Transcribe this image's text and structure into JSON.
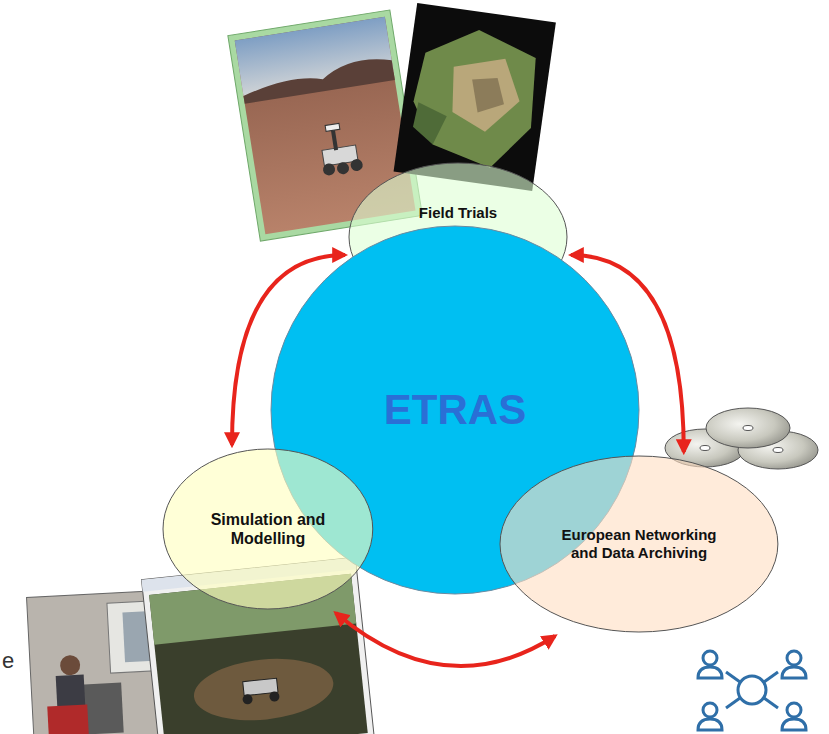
{
  "diagram": {
    "nodes": [
      {
        "text": [
          "Field Trials"
        ]
      },
      {
        "text": [
          "ETRAS"
        ]
      },
      {
        "text": [
          "Simulation and Modelling"
        ]
      },
      {
        "text": [
          "European Networking and Data Archiving"
        ]
      }
    ],
    "edges": [
      {
        "from": 0,
        "to": 2,
        "arrow": "both"
      },
      {
        "from": 0,
        "to": 3,
        "arrow": "both"
      },
      {
        "from": 2,
        "to": 3,
        "arrow": "both"
      }
    ],
    "labels": [
      "e"
    ]
  }
}
